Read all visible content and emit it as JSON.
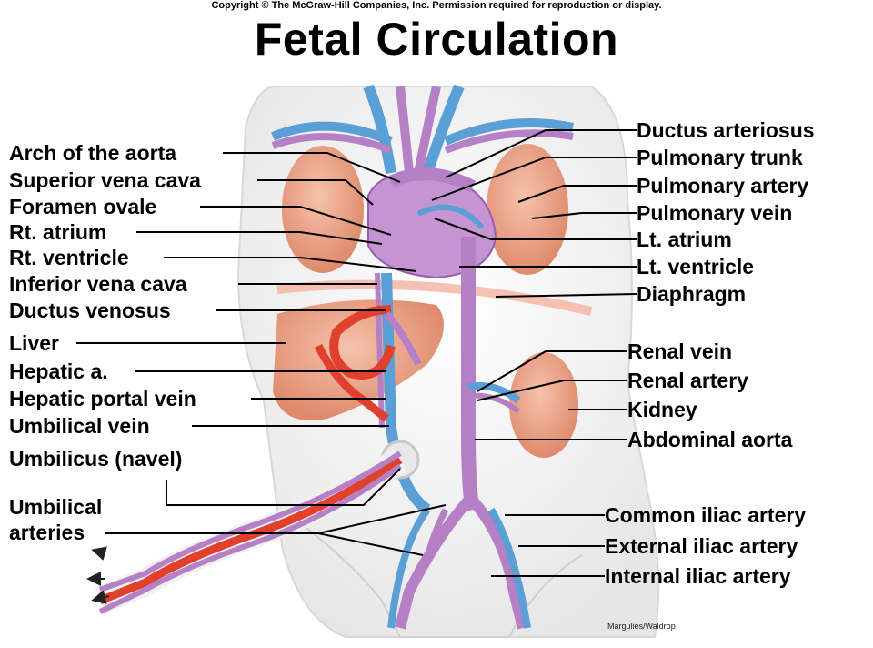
{
  "header": {
    "copyright": "Copyright © The McGraw-Hill Companies, Inc. Permission required for reproduction or display.",
    "title": "Fetal Circulation"
  },
  "labels_left": {
    "arch_of_aorta": "Arch of the aorta",
    "superior_vena_cava": "Superior vena cava",
    "foramen_ovale": "Foramen ovale",
    "rt_atrium": "Rt. atrium",
    "rt_ventricle": "Rt. ventricle",
    "inferior_vena_cava": "Inferior vena cava",
    "ductus_venosus": "Ductus venosus",
    "liver": "Liver",
    "hepatic_a": "Hepatic a.",
    "hepatic_portal_vein": "Hepatic portal vein",
    "umbilical_vein": "Umbilical vein",
    "umbilicus": "Umbilicus (navel)",
    "umbilical_arteries_1": "Umbilical",
    "umbilical_arteries_2": "arteries"
  },
  "labels_right": {
    "ductus_arteriosus": "Ductus arteriosus",
    "pulmonary_trunk": "Pulmonary trunk",
    "pulmonary_artery": "Pulmonary artery",
    "pulmonary_vein": "Pulmonary vein",
    "lt_atrium": "Lt. atrium",
    "lt_ventricle": "Lt. ventricle",
    "diaphragm": "Diaphragm",
    "renal_vein": "Renal vein",
    "renal_artery": "Renal artery",
    "kidney": "Kidney",
    "abdominal_aorta": "Abdominal aorta",
    "common_iliac_artery": "Common iliac artery",
    "external_iliac_artery": "External iliac artery",
    "internal_iliac_artery": "Internal iliac artery"
  },
  "credit": "Margulies/Waldrop",
  "colors": {
    "vein_blue": "#5a9fd6",
    "mixed_purple": "#b680c6",
    "artery_red": "#e0402c",
    "organ_salmon": "#e9a185",
    "body_skin": "#f6f6f6",
    "leader_line": "#000000"
  }
}
